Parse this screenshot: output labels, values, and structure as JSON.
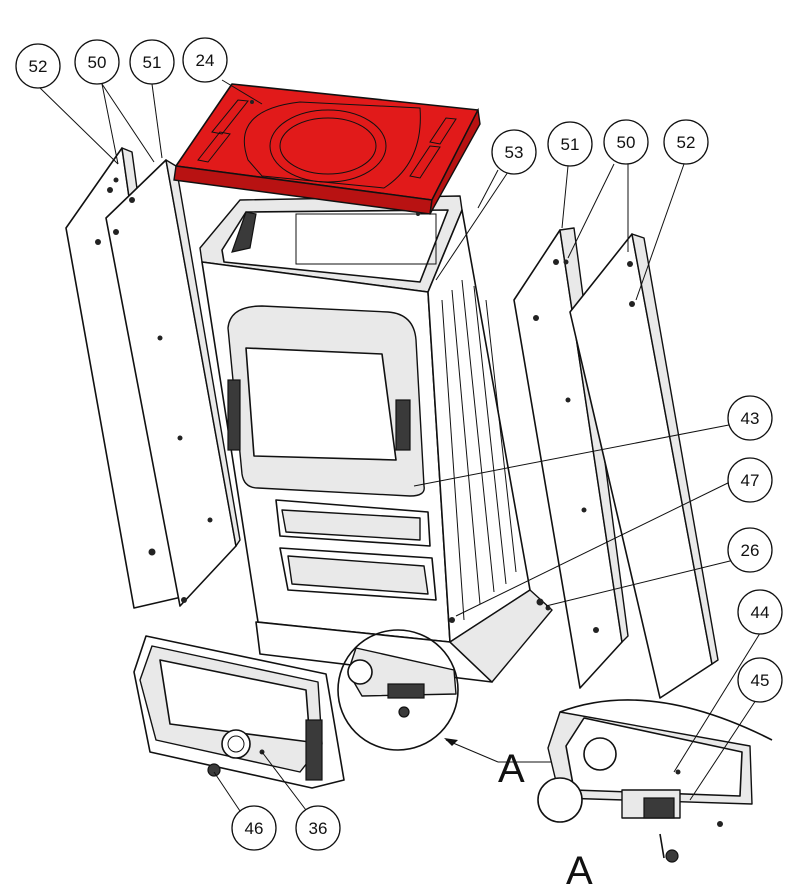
{
  "colors": {
    "highlight_part": "#e11a1a",
    "line": "#111111",
    "background": "#ffffff"
  },
  "callouts": [
    {
      "id": "c52-left",
      "label": "52"
    },
    {
      "id": "c50-left",
      "label": "50"
    },
    {
      "id": "c51-left",
      "label": "51"
    },
    {
      "id": "c24",
      "label": "24"
    },
    {
      "id": "c53",
      "label": "53"
    },
    {
      "id": "c51-right",
      "label": "51"
    },
    {
      "id": "c50-right",
      "label": "50"
    },
    {
      "id": "c52-right",
      "label": "52"
    },
    {
      "id": "c43",
      "label": "43"
    },
    {
      "id": "c47",
      "label": "47"
    },
    {
      "id": "c26",
      "label": "26"
    },
    {
      "id": "c44",
      "label": "44"
    },
    {
      "id": "c45",
      "label": "45"
    },
    {
      "id": "c46",
      "label": "46"
    },
    {
      "id": "c36",
      "label": "36"
    }
  ],
  "detail_labels": {
    "detail_ref": "A",
    "detail_view": "A"
  },
  "highlighted_part": "24"
}
